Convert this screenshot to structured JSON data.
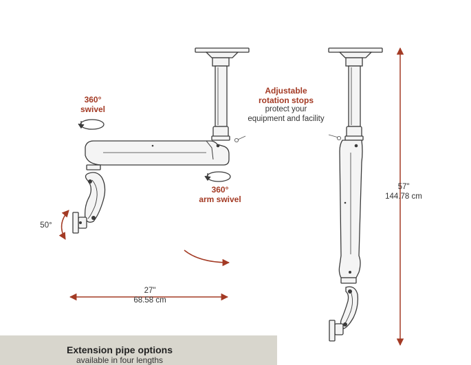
{
  "callouts": {
    "swivel": {
      "line1": "360°",
      "line2": "swivel"
    },
    "rotation_stops": {
      "line1": "Adjustable",
      "line2": "rotation stops",
      "line3": "protect your",
      "line4": "equipment and facility"
    },
    "arm_swivel": {
      "line1": "360°",
      "line2": "arm swivel"
    },
    "tilt": {
      "value": "50°"
    }
  },
  "dimensions": {
    "reach": {
      "imperial": "27\"",
      "metric": "68.58 cm"
    },
    "height": {
      "imperial": "57\"",
      "metric": "144.78 cm"
    }
  },
  "banner": {
    "title": "Extension pipe options",
    "subtitle": "available in four lengths"
  },
  "colors": {
    "accent": "#a33a24",
    "line": "#3a3a3a",
    "fill": "#f4f4f4",
    "banner": "#d8d6cd"
  }
}
